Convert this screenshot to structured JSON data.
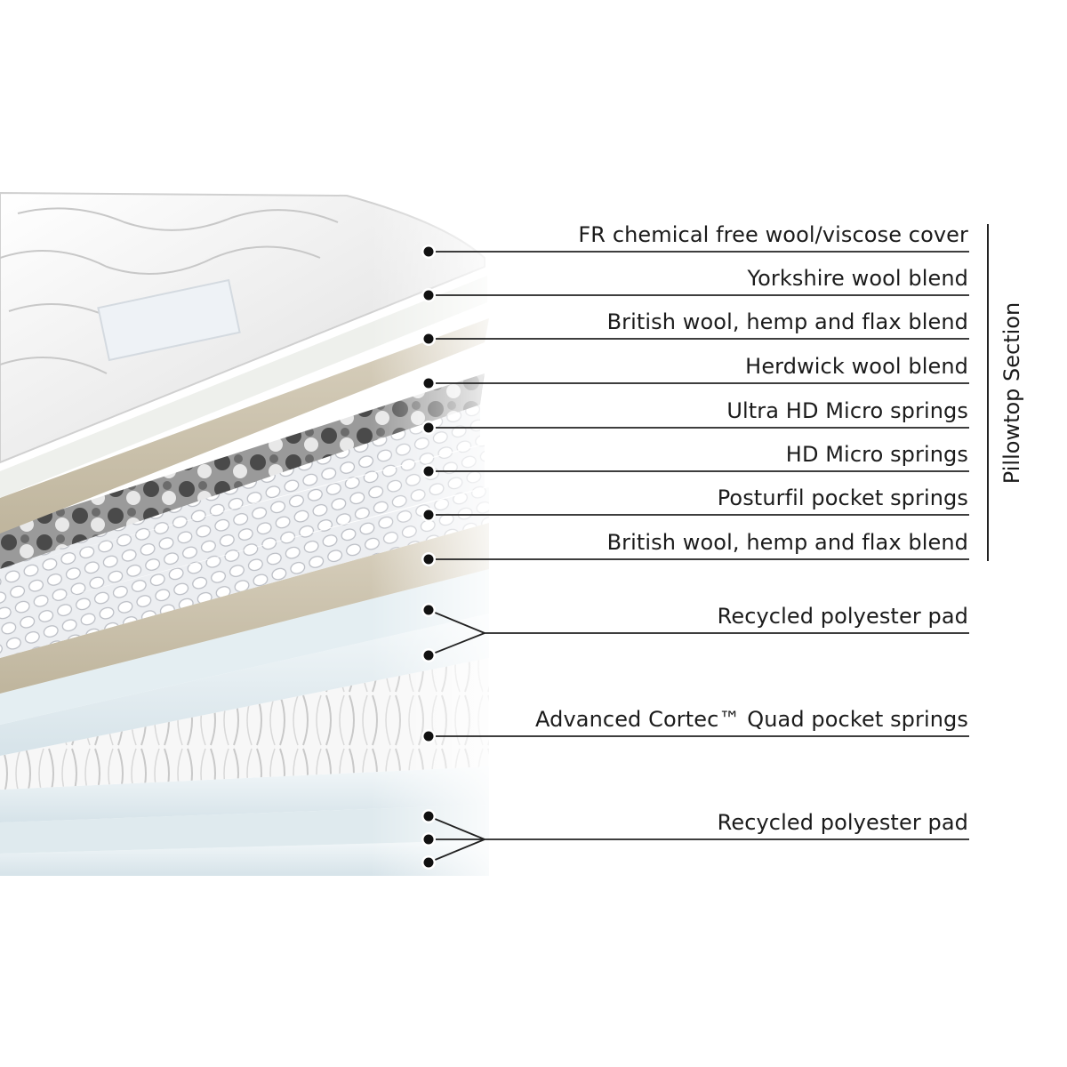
{
  "section_label": "Pillowtop Section",
  "layers": [
    {
      "label": "FR chemical free wool/viscose cover"
    },
    {
      "label": "Yorkshire wool blend"
    },
    {
      "label": "British wool, hemp and flax blend"
    },
    {
      "label": "Herdwick wool blend"
    },
    {
      "label": "Ultra HD Micro springs"
    },
    {
      "label": "HD Micro springs"
    },
    {
      "label": "Posturfil pocket springs"
    },
    {
      "label": "British wool, hemp and flax blend"
    },
    {
      "label": "Recycled polyester pad"
    },
    {
      "label": "Advanced Cortec™  Quad pocket springs"
    },
    {
      "label": "Recycled polyester pad"
    }
  ],
  "colors": {
    "text": "#1b1b1b",
    "leader_line": "#222222",
    "wool": "#cfc6b2",
    "herdwick": "#6f6f6f",
    "springs": "#e4e6ea",
    "pad": "#e6eef2",
    "cover": "#f3f3f3"
  }
}
